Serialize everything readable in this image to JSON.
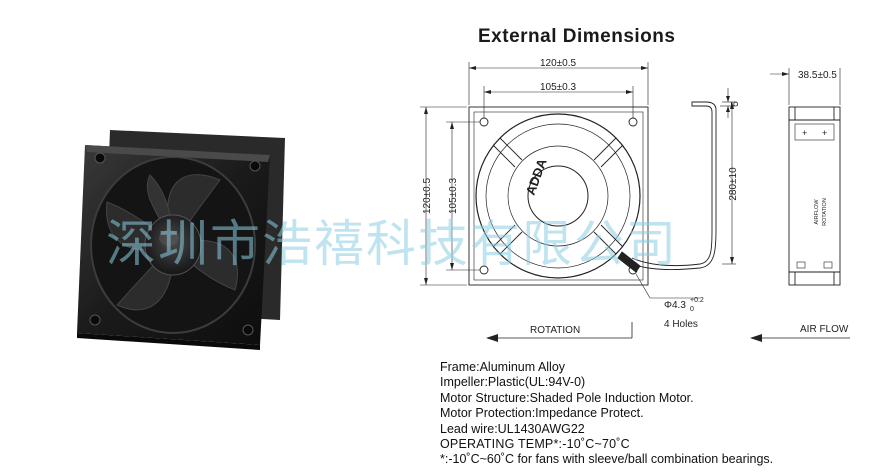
{
  "title": "External Dimensions",
  "watermark": "深圳市浩禧科技有限公司",
  "dimensions": {
    "outer_width": "120±0.5",
    "hole_spacing": "105±0.3",
    "outer_height": "120±0.5",
    "hole_spacing_v": "105±0.3",
    "depth": "38.5±0.5",
    "lead_offset": "5",
    "lead_length": "280±10",
    "hole_diameter": "Φ4.3",
    "hole_tol_upper": "+0.2",
    "hole_tol_lower": "0",
    "hole_count": "4 Holes",
    "rotation": "ROTATION",
    "airflow": "AIR FLOW"
  },
  "side_label": {
    "line1": "AIRFLOW",
    "line2": "ROTATION"
  },
  "hub_logo": "ADDA",
  "specs": [
    "Frame:Aluminum Alloy",
    "Impeller:Plastic(UL:94V-0)",
    "Motor Structure:Shaded Pole Induction Motor.",
    "Motor Protection:Impedance Protect.",
    "Lead wire:UL1430AWG22",
    "OPERATING TEMP*:-10˚C~70˚C",
    "*:-10˚C~60˚C for fans with sleeve/ball combination bearings."
  ],
  "colors": {
    "fan_body": "#1b1b1b",
    "line": "#222222",
    "watermark": "#8ccde1"
  }
}
